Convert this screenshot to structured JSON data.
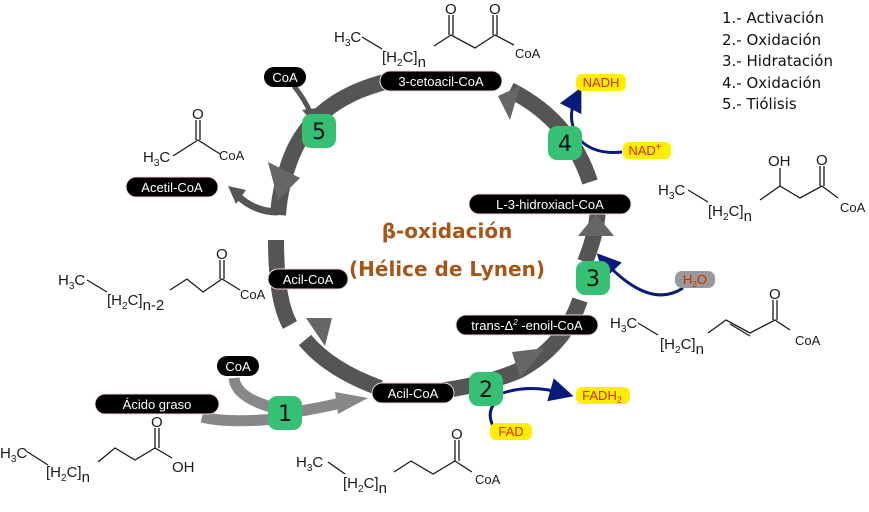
{
  "title": {
    "line1": "β-oxidación",
    "line2": "(Hélice de Lynen)"
  },
  "legend": [
    "1.- Activación",
    "2.- Oxidación",
    "3.- Hidratación",
    "4.- Oxidación",
    "5.- Tiólisis"
  ],
  "steps": [
    "1",
    "2",
    "3",
    "4",
    "5"
  ],
  "labels": {
    "acido_graso": "Ácido graso",
    "coa_in_1": "CoA",
    "acil_coa_bottom": "Acil-CoA",
    "enoil_coa_prefix": "trans-Δ",
    "enoil_coa_sup": "2",
    "enoil_coa_suffix": " -enoil-CoA",
    "hidroxiacil_coa": "L-3-hidroxiacl-CoA",
    "cetoacil_coa": "3-cetoacil-CoA",
    "coa_in_5": "CoA",
    "acetil_coa": "Acetil-CoA",
    "acil_coa_left": "Acil-CoA"
  },
  "cofactors": {
    "fad": "FAD",
    "fadh2": "FADH",
    "fadh2_sub": "2",
    "h2o_pre": "H",
    "h2o_sub": "2",
    "h2o_post": "O",
    "nad": "NAD",
    "nad_sup": "+",
    "nadh": "NADH"
  },
  "chem": {
    "h3c_a": "H",
    "h3c_b": "3",
    "h3c_c": "C",
    "h2c_open": "[H",
    "h2c_sub": "2",
    "h2c_close": "C]",
    "n": "n",
    "n_minus_2": "n-2",
    "o": "O",
    "oh": "OH",
    "coa": "CoA"
  },
  "colors": {
    "cycle_arrow": "#555555",
    "step_badge": "#35c074",
    "pill_bg": "#000000",
    "cofactor_bg": "#ffee00",
    "cofactor_text": "#d42a00",
    "water_bg": "#999999",
    "curve_arrow": "#0a1a7a",
    "title": "#a85617"
  }
}
